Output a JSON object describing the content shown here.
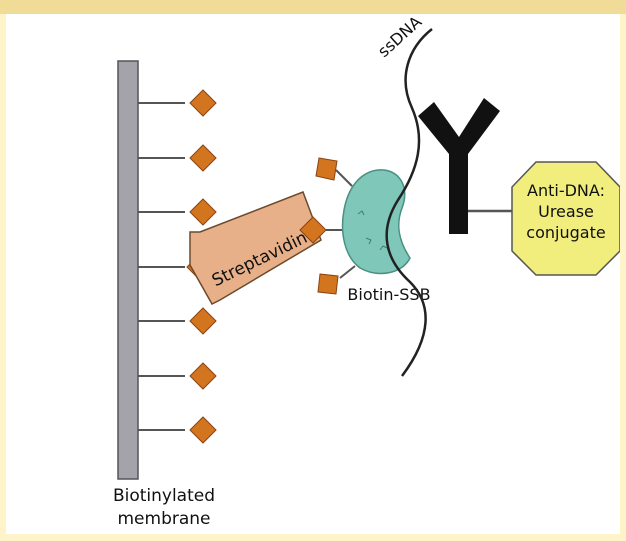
{
  "labels": {
    "ssdna": "ssDNA",
    "streptavidin": "Streptavidin",
    "biotin_ssb": "Biotin-SSB",
    "anti_dna_line1": "Anti-DNA:",
    "anti_dna_line2": "Urease",
    "anti_dna_line3": "conjugate",
    "membrane_line1": "Biotinylated",
    "membrane_line2": "membrane"
  },
  "colors": {
    "frame_bg": "#fff4c9",
    "top_bar": "#f0dc97",
    "membrane": "#a4a2aa",
    "biotin": "#d3741f",
    "streptavidin": "#e8b088",
    "ssb": "#7fc7b8",
    "antibody": "#111111",
    "conjugate": "#f2ee7e"
  }
}
